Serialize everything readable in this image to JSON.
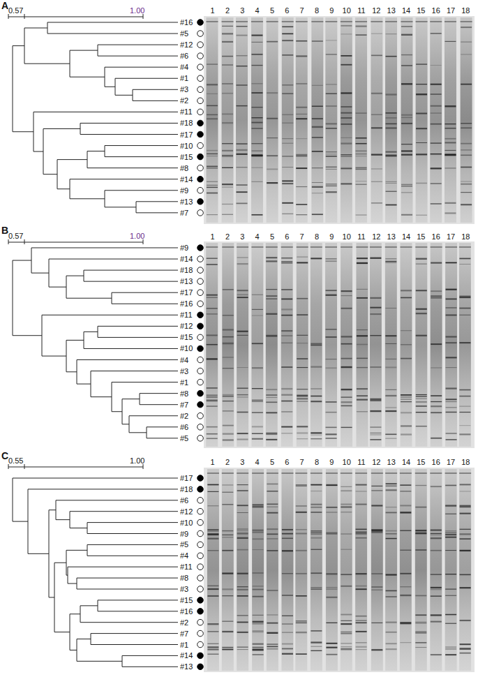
{
  "diagram": {
    "labels": [
      "A",
      "0.57",
      "1.00",
      "#16",
      "#5",
      "#12",
      "#6",
      "#4",
      "#1",
      "#3",
      "#2",
      "#11",
      "#18",
      "#17",
      "#10",
      "#15",
      "#8",
      "#14",
      "#9",
      "#13",
      "#7",
      "1",
      "2",
      "3",
      "4",
      "5",
      "6",
      "7",
      "8",
      "9",
      "10",
      "11",
      "12",
      "13",
      "14",
      "15",
      "16",
      "17",
      "18",
      "B",
      "0.57",
      "1.00",
      "#9",
      "#14",
      "#18",
      "#13",
      "#17",
      "#16",
      "#11",
      "#12",
      "#15",
      "#10",
      "#4",
      "#3",
      "#1",
      "#8",
      "#7",
      "#2",
      "#6",
      "#5",
      "1",
      "2",
      "3",
      "4",
      "5",
      "6",
      "7",
      "8",
      "9",
      "10",
      "11",
      "12",
      "13",
      "14",
      "15",
      "16",
      "17",
      "18",
      "C",
      "0.55",
      "1.00",
      "#17",
      "#18",
      "#6",
      "#12",
      "#10",
      "#9",
      "#5",
      "#4",
      "#11",
      "#8",
      "#3",
      "#15",
      "#16",
      "#2",
      "#7",
      "#1",
      "#14",
      "#13",
      "1",
      "2",
      "3",
      "4",
      "5",
      "6",
      "7",
      "8",
      "9",
      "10",
      "11",
      "12",
      "13",
      "14",
      "15",
      "16",
      "17",
      "18"
    ]
  }
}
